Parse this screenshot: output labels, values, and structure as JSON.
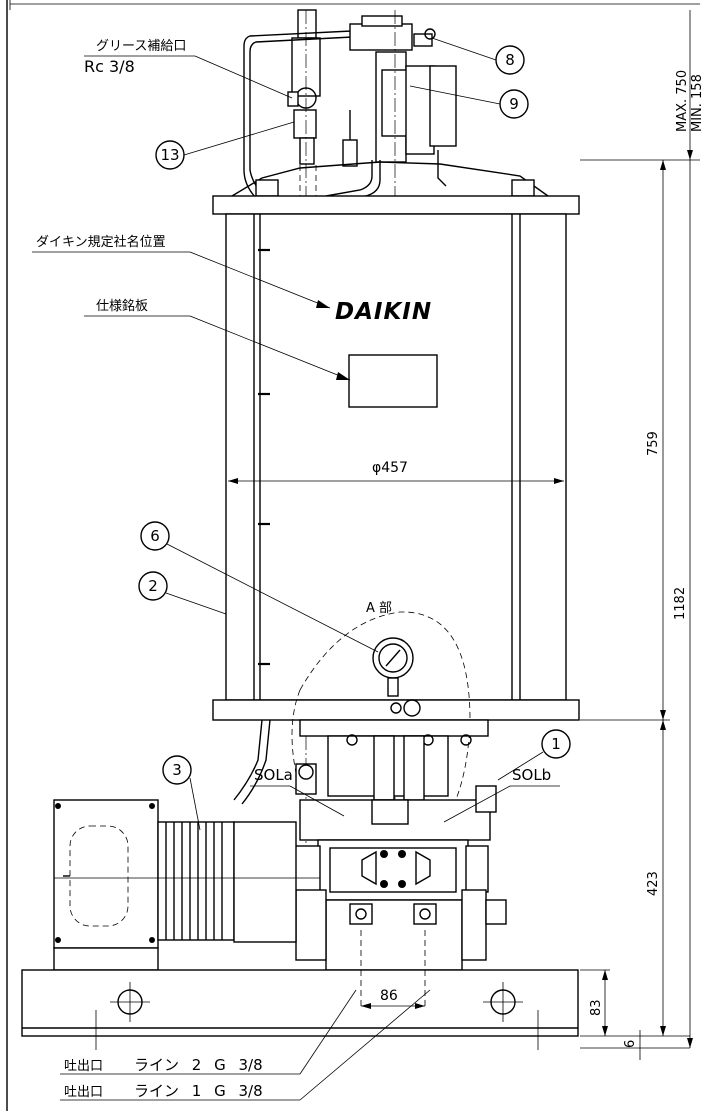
{
  "labels": {
    "grease_port": "グリース補給口",
    "grease_port_size": "Rc 3/8",
    "daikin_position": "ダイキン規定社名位置",
    "spec_plate": "仕様銘板",
    "brand_logo": "DAIKIN",
    "part_a": "A 部",
    "sol_a": "SOLa",
    "sol_b": "SOLb",
    "outlet_line2_port": "吐出口",
    "outlet_line2_text": "ライン 2 G 3/8",
    "outlet_line1_port": "吐出口",
    "outlet_line1_text": "ライン 1 G 3/8"
  },
  "dimensions": {
    "max_min_line1": "MAX. 750",
    "max_min_line2": "MIN. 158",
    "tank_height": "759",
    "total_height": "1182",
    "base_height": "423",
    "base_thickness": "83",
    "base_offset": "6",
    "diameter": "φ457",
    "outlet_pitch": "86"
  },
  "balloons": [
    "8",
    "9",
    "13",
    "6",
    "2",
    "3",
    "1"
  ]
}
